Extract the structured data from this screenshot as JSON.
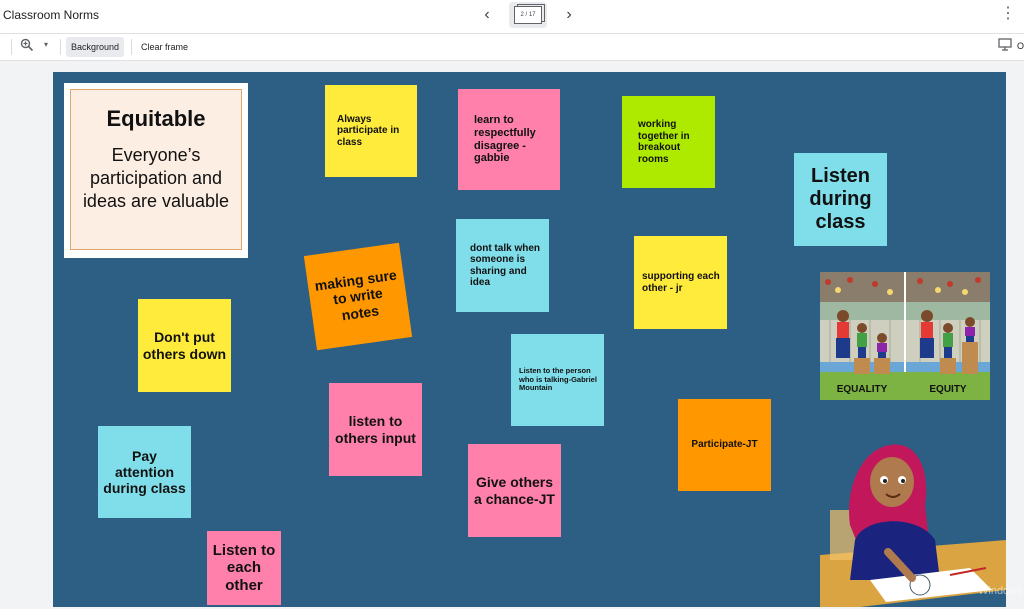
{
  "app": {
    "title": "Classroom Norms",
    "frame_counter": "2 / 17"
  },
  "toolbar": {
    "zoom_icon": "zoom-in-icon",
    "background_label": "Background",
    "clear_frame_label": "Clear frame",
    "present_label": "O"
  },
  "board": {
    "equitable": {
      "title": "Equitable",
      "body": "Everyone’s participation and ideas are valuable"
    },
    "notes": [
      {
        "text": "Always participate in class",
        "color": "#ffeb3b"
      },
      {
        "text": "learn to respectfully disagree - gabbie",
        "color": "#ff80ab"
      },
      {
        "text": "working together in breakout rooms",
        "color": "#aeea00"
      },
      {
        "text": "Listen during class",
        "color": "#80deea"
      },
      {
        "text": "making sure to write notes",
        "color": "#ff9800"
      },
      {
        "text": "dont talk when someone is sharing and idea",
        "color": "#80deea"
      },
      {
        "text": "supporting each other - jr",
        "color": "#ffeb3b"
      },
      {
        "text": "Don't put others down",
        "color": "#ffeb3b"
      },
      {
        "text": "Listen to the person who is talking-Gabriel Mountain",
        "color": "#80deea"
      },
      {
        "text": "listen to others input",
        "color": "#ff80ab"
      },
      {
        "text": "Participate-JT",
        "color": "#ff9800"
      },
      {
        "text": "Pay attention during class",
        "color": "#80deea"
      },
      {
        "text": "Give others a chance-JT",
        "color": "#ff80ab"
      },
      {
        "text": "Listen to each other",
        "color": "#ff80ab"
      }
    ],
    "equality_label": "EQUALITY",
    "equity_label": "EQUITY",
    "watermark": "Windows"
  }
}
